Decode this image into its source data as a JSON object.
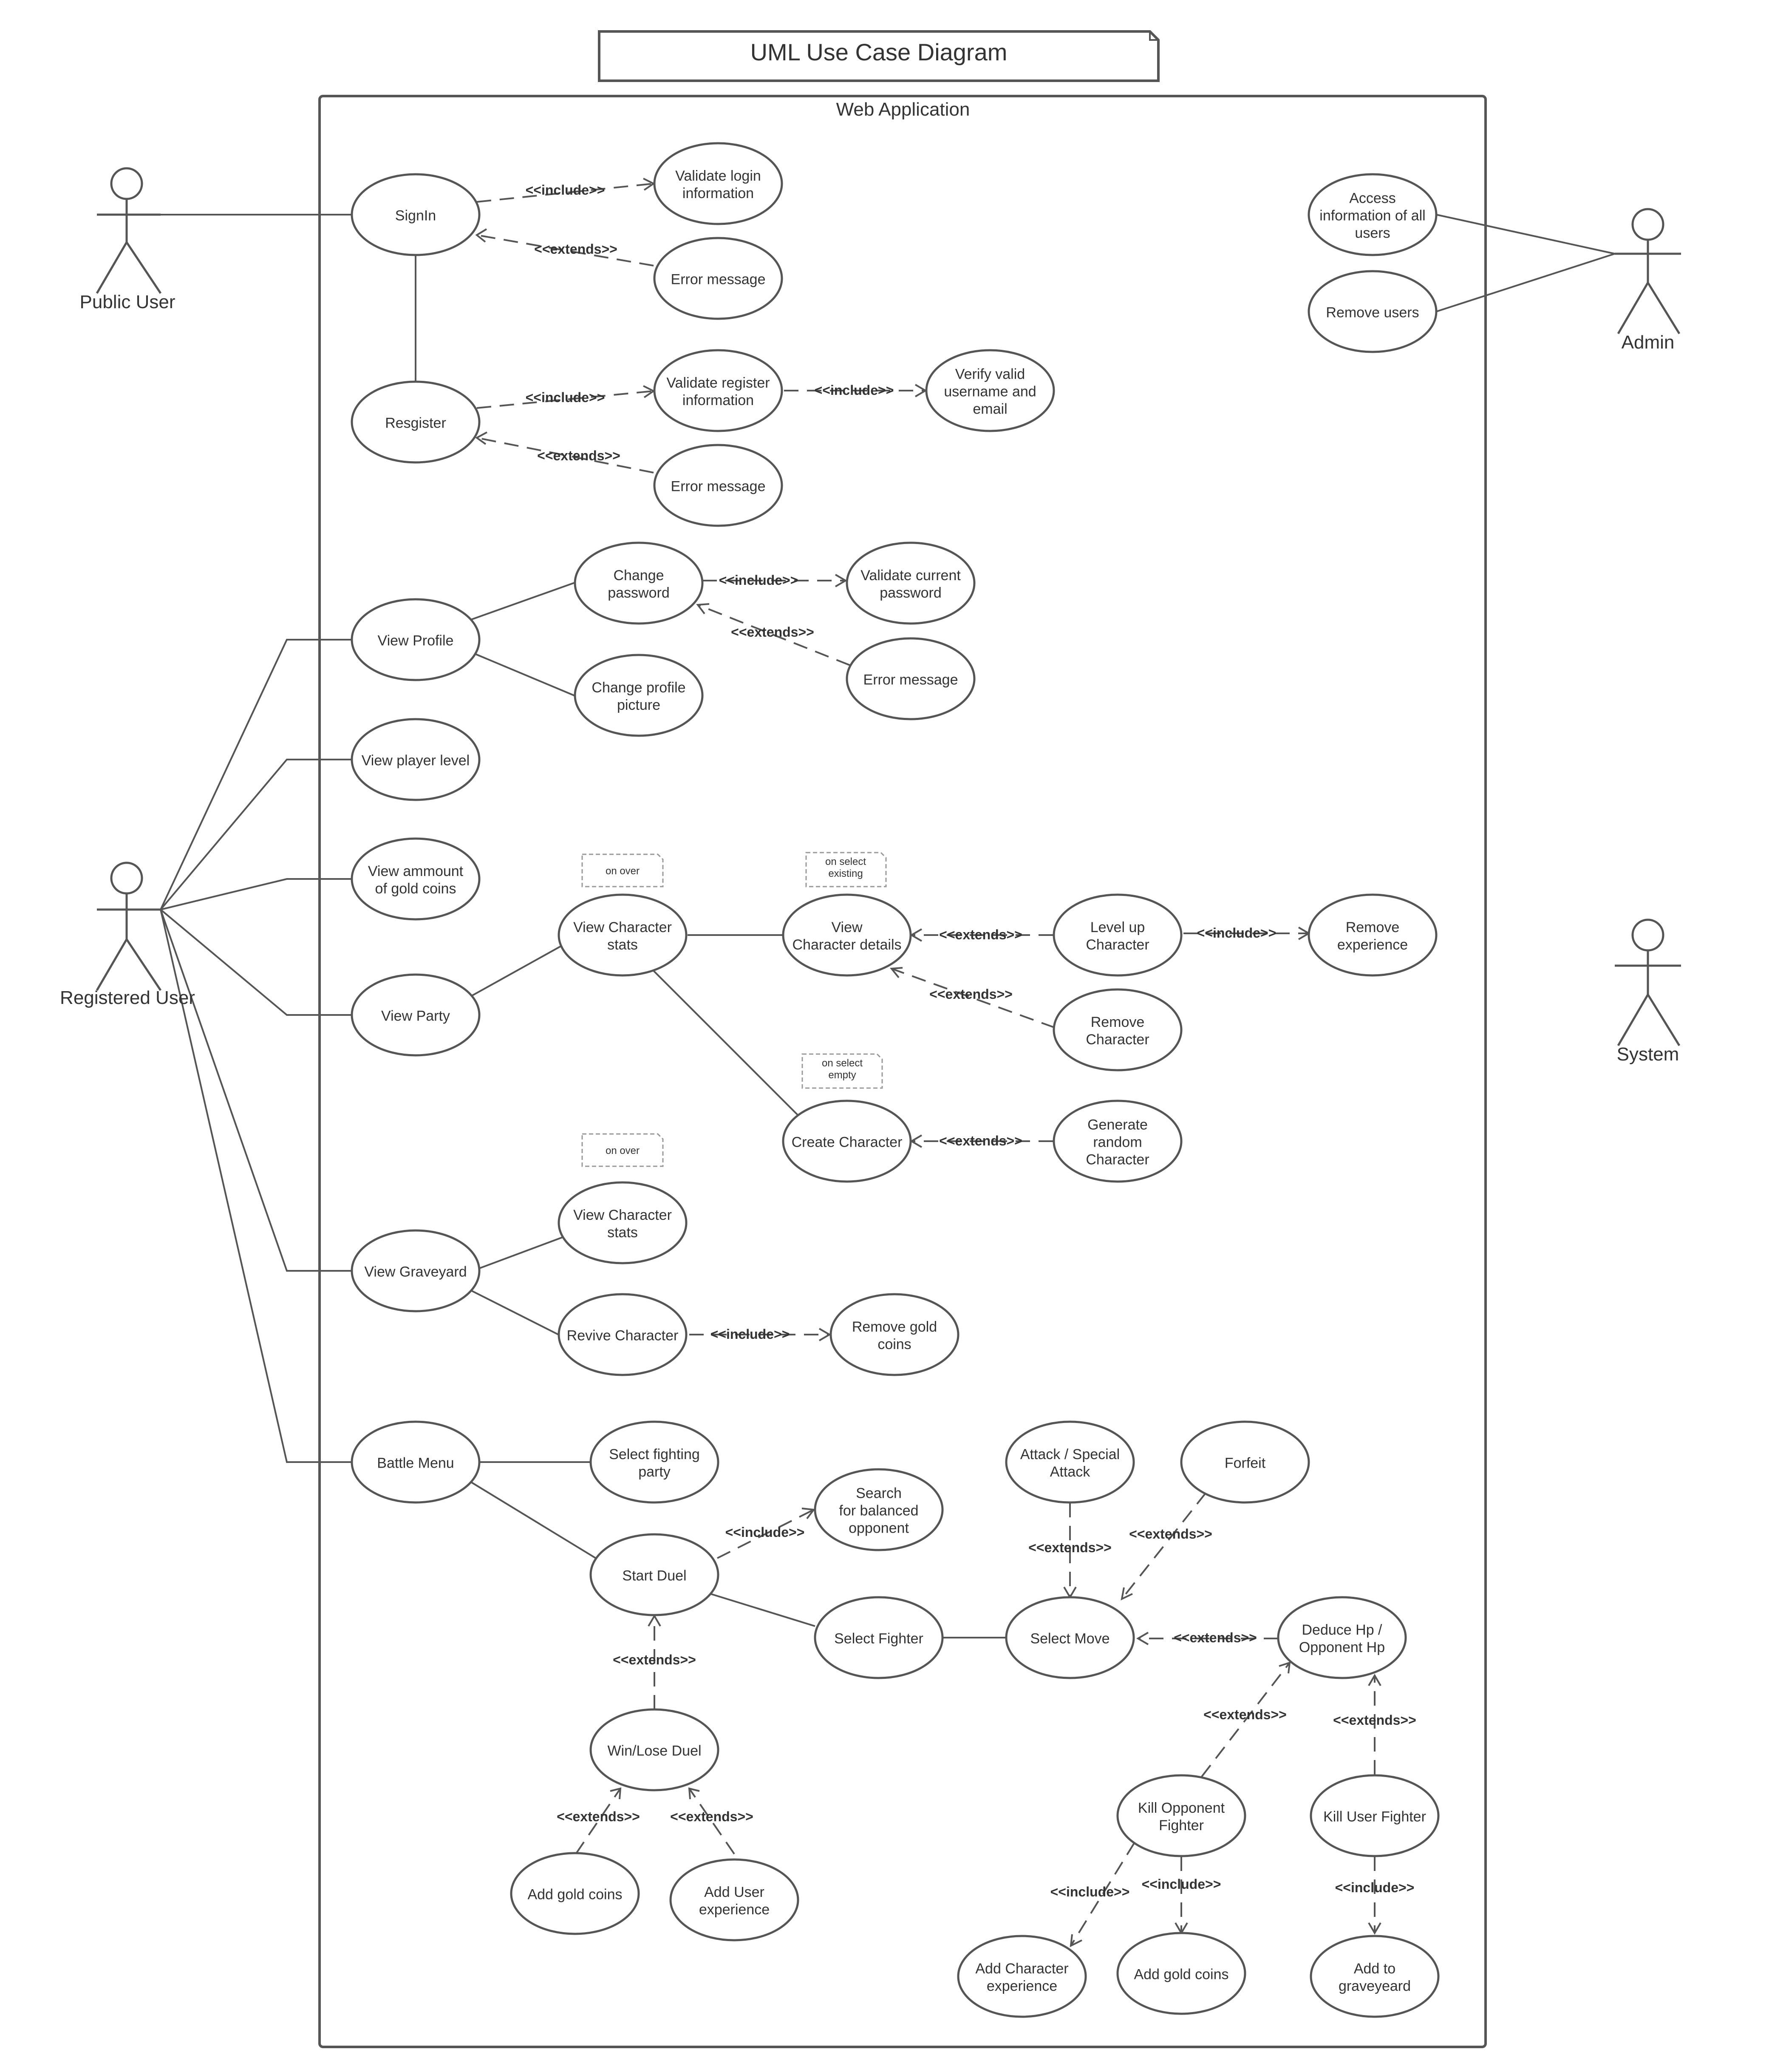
{
  "title": "UML Use Case Diagram",
  "system_boundary": "Web Application",
  "actors": {
    "public_user": "Public User",
    "registered_user": "Registered User",
    "admin": "Admin",
    "system": "System"
  },
  "use_cases": {
    "signin": "SignIn",
    "validate_login_information": "Validate login\ninformation",
    "signin_error_message": "Error message",
    "register": "Resgister",
    "validate_register_information": "Validate register\ninformation",
    "verify_valid_username_and_email": "Verify valid\nusername and\nemail",
    "register_error_message": "Error message",
    "access_information_of_all_users": "Access\ninformation of all\nusers",
    "remove_users": "Remove users",
    "view_profile": "View Profile",
    "change_password": "Change\npassword",
    "validate_current_password": "Validate current\npassword",
    "password_error_message": "Error message",
    "change_profile_picture": "Change profile\npicture",
    "view_player_level": "View player level",
    "view_amount_of_gold_coins": "View ammount\nof gold coins",
    "view_party": "View Party",
    "view_character_stats_party": "View Character\nstats",
    "view_character_details": "View\nCharacter details",
    "level_up_character": "Level up\nCharacter",
    "remove_experience": "Remove\nexperience",
    "remove_character": "Remove\nCharacter",
    "create_character": "Create Character",
    "generate_random_character": "Generate\nrandom\nCharacter",
    "view_graveyard": "View Graveyard",
    "view_character_stats_graveyard": "View Character\nstats",
    "revive_character": "Revive Character",
    "remove_gold_coins": "Remove gold\ncoins",
    "battle_menu": "Battle Menu",
    "select_fighting_party": "Select fighting\nparty",
    "start_duel": "Start Duel",
    "search_for_balanced_opponent": "Search\nfor balanced\nopponent",
    "win_lose_duel": "Win/Lose Duel",
    "add_gold_coins_duel": "Add gold coins",
    "add_user_experience": "Add User\nexperience",
    "select_fighter": "Select Fighter",
    "select_move": "Select Move",
    "attack_special_attack": "Attack / Special\nAttack",
    "forfeit": "Forfeit",
    "deduce_hp": "Deduce Hp /\nOpponent Hp",
    "kill_opponent_fighter": "Kill Opponent\nFighter",
    "kill_user_fighter": "Kill User Fighter",
    "add_character_experience": "Add Character\nexperience",
    "add_gold_coins_kill": "Add gold coins",
    "add_to_graveyard": "Add to\ngraveyeard"
  },
  "notes": {
    "on_over_party": "on over",
    "on_select_existing": "on select\nexisting",
    "on_select_empty": "on select\nempty",
    "on_over_graveyard": "on over"
  },
  "relation_labels": {
    "include": "<<include>>",
    "extends": "<<extends>>"
  }
}
